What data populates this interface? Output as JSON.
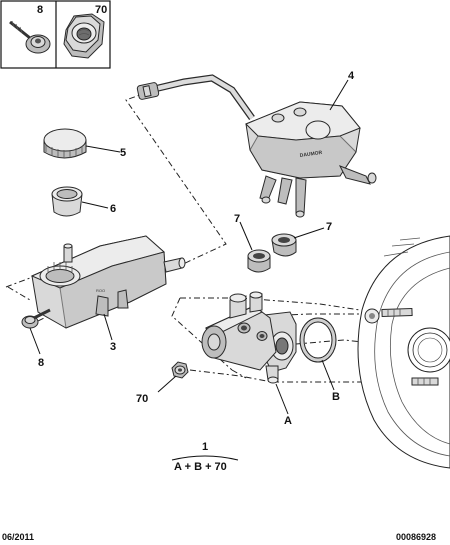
{
  "inset": {
    "items": [
      {
        "label": "8"
      },
      {
        "label": "70"
      }
    ]
  },
  "callouts": {
    "c4": "4",
    "c5": "5",
    "c6": "6",
    "c7a": "7",
    "c7b": "7",
    "c3": "3",
    "c8": "8",
    "c70": "70",
    "cA": "A",
    "cB": "B"
  },
  "assembly": {
    "number": "1",
    "formula": "A + B + 70"
  },
  "footer": {
    "date": "06/2011",
    "ref": "00086928"
  },
  "reservoir_text": "DAUMOR"
}
